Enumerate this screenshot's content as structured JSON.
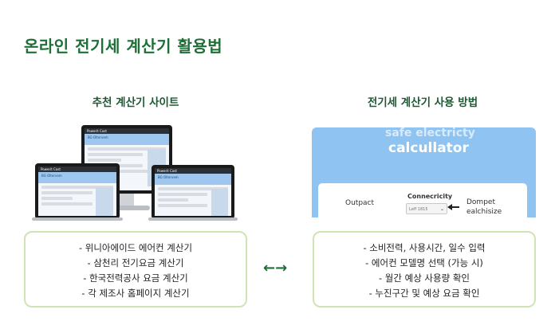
{
  "page": {
    "title": "온라인 전기세 계산기 활용법"
  },
  "left": {
    "heading": "추천 계산기 사이트",
    "mockup": {
      "app_name": "Powerit Cost",
      "band_text": "BG Oltervem",
      "colors": {
        "band": "#9fc6ee",
        "frame": "#1a1a1a"
      }
    },
    "items": [
      "- 위니아에이드 에어컨 계산기",
      "- 삼천리 전기요금 계산기",
      "- 한국전력공사 요금 계산기",
      "- 각 제조사 홈페이지 계산기"
    ]
  },
  "right": {
    "heading": "전기세 계산기 사용 방법",
    "preview": {
      "faded_text": "safe electricty",
      "heading": "calcullator",
      "outpact": "Outpact",
      "connecricity": "Connecricity",
      "dropdown_value": "Leff 1815",
      "dompet_line1": "Dompet",
      "dompet_line2": "ealchisize",
      "colors": {
        "background": "#8fc3f1"
      }
    },
    "items": [
      "- 소비전력, 사용시간, 일수 입력",
      "- 에어컨 모델명 선택 (가능 시)",
      "- 월간 예상 사용량 확인",
      "- 누진구간 및 예상 요금 확인"
    ]
  },
  "connector": {
    "icon": "double-arrow-icon",
    "glyph": "←→"
  },
  "colors": {
    "accent": "#1f6e38",
    "box_border": "#cfe3b5"
  }
}
